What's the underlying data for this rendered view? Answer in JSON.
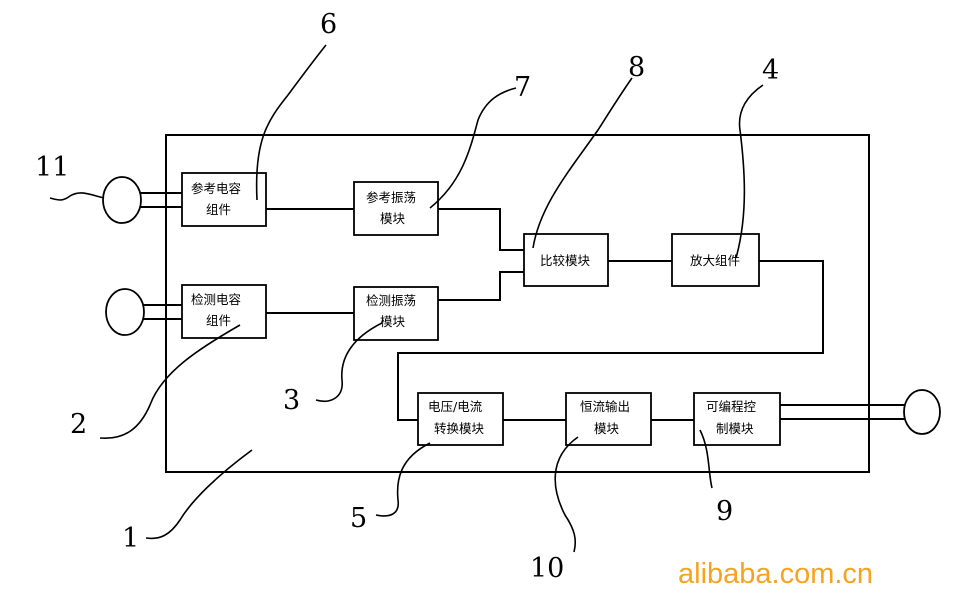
{
  "blocks": {
    "ref_cap": [
      "参考电容",
      "组件"
    ],
    "ref_osc": [
      "参考振荡",
      "模块"
    ],
    "det_cap": [
      "检测电容",
      "组件"
    ],
    "det_osc": [
      "检测振荡",
      "模块"
    ],
    "compare": [
      "比较模块"
    ],
    "amplify": [
      "放大组件"
    ],
    "vi_conv": [
      "电压/电流",
      "转换模块"
    ],
    "cc_out": [
      "恒流输出",
      "模块"
    ],
    "prog_ctrl": [
      "可编程控",
      "制模块"
    ]
  },
  "labels": {
    "n1": "1",
    "n2": "2",
    "n3": "3",
    "n4": "4",
    "n5": "5",
    "n6": "6",
    "n7": "7",
    "n8": "8",
    "n9": "9",
    "n10": "10",
    "n11": "11"
  },
  "watermark": "alibaba.com.cn"
}
